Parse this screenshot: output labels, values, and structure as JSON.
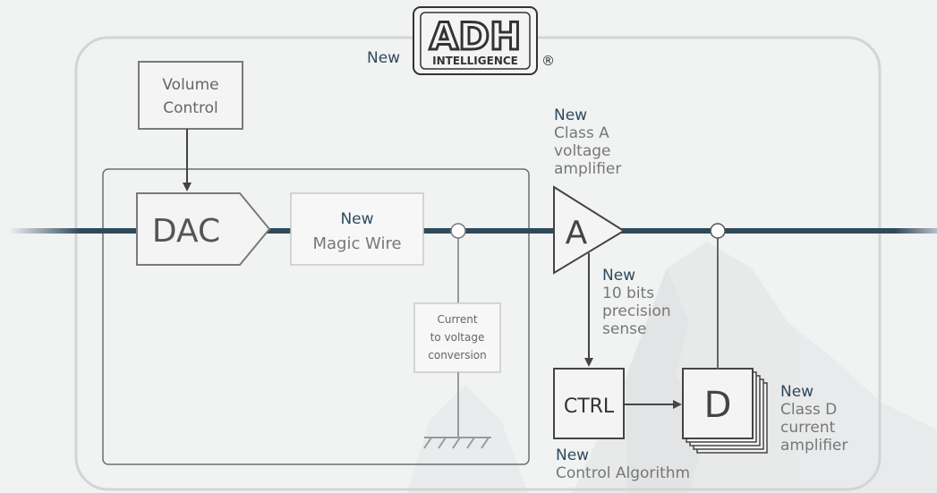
{
  "logo": {
    "prefix": "New",
    "brand": "ADH",
    "brand_sub": "INTELLIGENCE",
    "registered": "®"
  },
  "volume_control": {
    "line1": "Volume",
    "line2": "Control"
  },
  "dac": {
    "label": "DAC"
  },
  "magic_wire": {
    "line1": "New",
    "line2": "Magic Wire"
  },
  "current_to_voltage": {
    "line1": "Current",
    "line2": "to voltage",
    "line3": "conversion"
  },
  "class_a": {
    "symbol": "A",
    "line1": "New",
    "line2": "Class A",
    "line3": "voltage",
    "line4": "amplifier"
  },
  "sense": {
    "line1": "New",
    "line2": "10 bits",
    "line3": "precision",
    "line4": "sense"
  },
  "ctrl": {
    "label": "CTRL",
    "line1": "New",
    "line2": "Control Algorithm"
  },
  "class_d": {
    "symbol": "D",
    "line1": "New",
    "line2": "Class D",
    "line3": "current",
    "line4": "amplifier"
  },
  "colors": {
    "background": "#f1f2f2",
    "signal_line": "#2e4a5c",
    "box_stroke": "#7a7a7a",
    "label_new": "#2e4a5c",
    "label_grey": "#7c7c7c",
    "dark_text": "#444444"
  }
}
